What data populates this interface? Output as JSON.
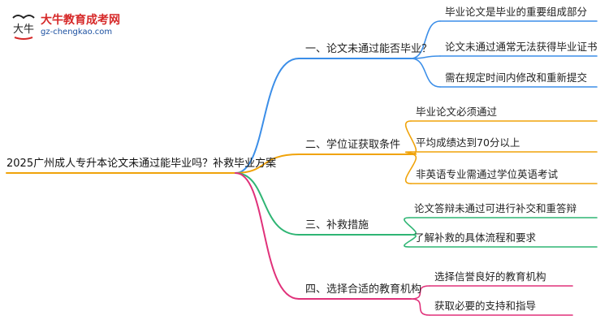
{
  "logo": {
    "brand": "大牛教育成考网",
    "url": "gz-chengkao.com",
    "emblem_glyph": "大牛"
  },
  "mindmap": {
    "root": "2025广州成人专升本论文未通过能毕业吗？补救毕业方案",
    "branches": [
      {
        "label": "一、论文未通过能否毕业？",
        "color": "#3b8ee8",
        "children": [
          "毕业论文是毕业的重要组成部分",
          "论文未通过通常无法获得毕业证书",
          "需在规定时间内修改和重新提交"
        ]
      },
      {
        "label": "二、学位证获取条件",
        "color": "#f0a30a",
        "children": [
          "毕业论文必须通过",
          "平均成绩达到70分以上",
          "非英语专业需通过学位英语考试"
        ]
      },
      {
        "label": "三、补救措施",
        "color": "#2fb574",
        "children": [
          "论文答辩未通过可进行补交和重答辩",
          "了解补救的具体流程和要求"
        ]
      },
      {
        "label": "四、选择合适的教育机构",
        "color": "#e0317a",
        "children": [
          "选择信誉良好的教育机构",
          "获取必要的支持和指导"
        ]
      }
    ]
  }
}
